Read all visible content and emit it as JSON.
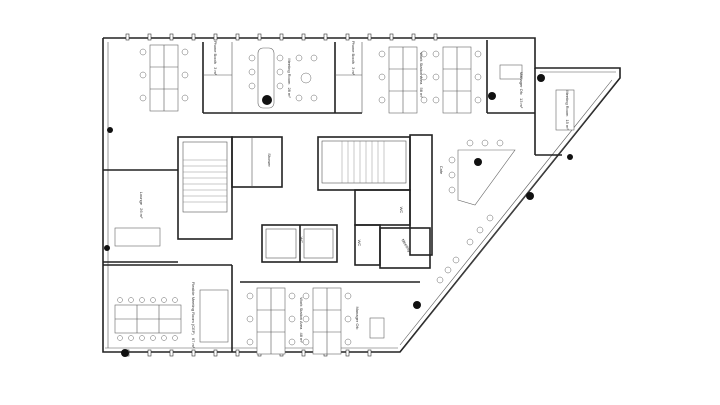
{
  "plan": {
    "rooms": [
      {
        "id": "ws-top",
        "label": "Work Station Area",
        "area": "58 m²"
      },
      {
        "id": "meeting-top",
        "label": "Meeting Room",
        "area": "28 m²"
      },
      {
        "id": "manager-top",
        "label": "Manager Ofc",
        "area": "13 m²"
      },
      {
        "id": "meeting-corner",
        "label": "Meeting Room",
        "area": "15 m²"
      },
      {
        "id": "phone-1",
        "label": "Phone Booth",
        "area": "3 m²"
      },
      {
        "id": "phone-2",
        "label": "Phone Booth",
        "area": "3 m²"
      },
      {
        "id": "lounge",
        "label": "Lounge",
        "area": "26 m²"
      },
      {
        "id": "flex",
        "label": "Flexible Meeting Room (CEP)",
        "area": "67 m²"
      },
      {
        "id": "ws-bottom",
        "label": "Work Station Area",
        "area": "48 m²"
      },
      {
        "id": "manager-bottom",
        "label": "Manager Ofc",
        "area": ""
      },
      {
        "id": "wc-1",
        "label": "WC",
        "area": ""
      },
      {
        "id": "wc-2",
        "label": "WC",
        "area": ""
      },
      {
        "id": "wc-3",
        "label": "WC",
        "area": ""
      },
      {
        "id": "shower",
        "label": "Shower",
        "area": ""
      },
      {
        "id": "cafe",
        "label": "Cafe",
        "area": ""
      },
      {
        "id": "small-meeting",
        "label": "Meeting",
        "area": ""
      }
    ]
  }
}
